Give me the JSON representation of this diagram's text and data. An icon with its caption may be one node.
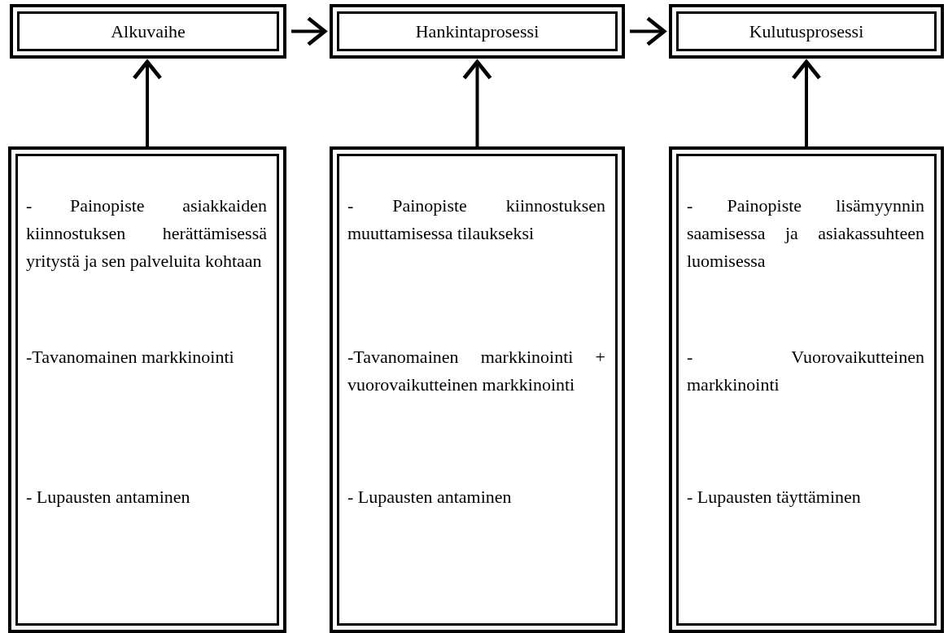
{
  "diagram": {
    "nodes": [
      {
        "text": [
          "Alkuvaihe"
        ]
      },
      {
        "text": [
          "Hankintaprosessi"
        ]
      },
      {
        "text": [
          "Kulutusprosessi"
        ]
      },
      {
        "text": [
          "- Painopiste asiakkaiden kiinnostuksen herättämisessä yritystä ja sen palveluita kohtaan",
          "-Tavanomainen markkinointi",
          "- Lupausten antaminen"
        ]
      },
      {
        "text": [
          "- Painopiste kiinnostuksen muuttamisessa tilaukseksi",
          "-Tavanomainen markkinointi + vuorovaikutteinen markkinointi",
          "- Lupausten antaminen"
        ]
      },
      {
        "text": [
          "- Painopiste lisämyynnin saamisessa ja asiakassuhteen luomisessa",
          "- Vuorovaikutteinen markkinointi",
          "- Lupausten täyttäminen"
        ]
      }
    ],
    "edges": [
      {
        "from": 0,
        "to": 1,
        "arrow": "to"
      },
      {
        "from": 1,
        "to": 2,
        "arrow": "to"
      },
      {
        "from": 3,
        "to": 0,
        "arrow": "to"
      },
      {
        "from": 4,
        "to": 1,
        "arrow": "to"
      },
      {
        "from": 5,
        "to": 2,
        "arrow": "to"
      }
    ]
  }
}
